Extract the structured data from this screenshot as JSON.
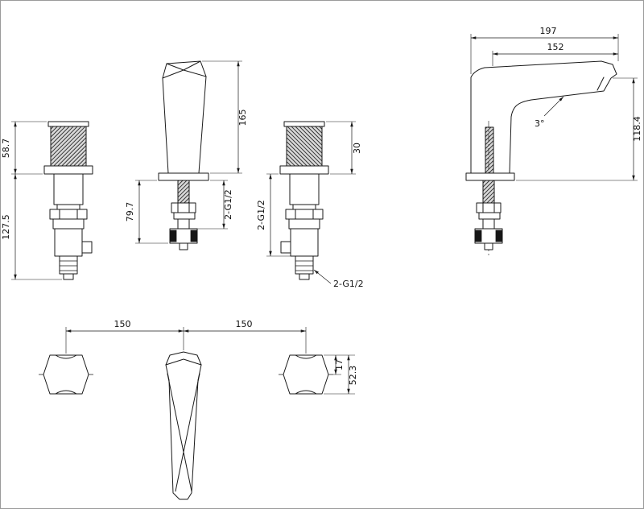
{
  "line_color": "#1a1a1a",
  "front_view": {
    "handle_upper_height": "58.7",
    "handle_total_height": "127.5",
    "spout_total_height": "165",
    "spout_lower_height": "79.7",
    "spout_inlet_thread": "2-G1/2",
    "handle_cartridge_height": "30",
    "handle_inlet_thread": "2-G1/2",
    "inlet_thread_callout": "2-G1/2"
  },
  "side_view": {
    "overall_reach": "197",
    "spout_reach": "152",
    "spout_angle": "3°",
    "outlet_height": "118.4"
  },
  "plan_view": {
    "left_hole_spacing": "150",
    "right_hole_spacing": "150",
    "handle_top_offset": "17",
    "handle_depth": "52.3"
  }
}
